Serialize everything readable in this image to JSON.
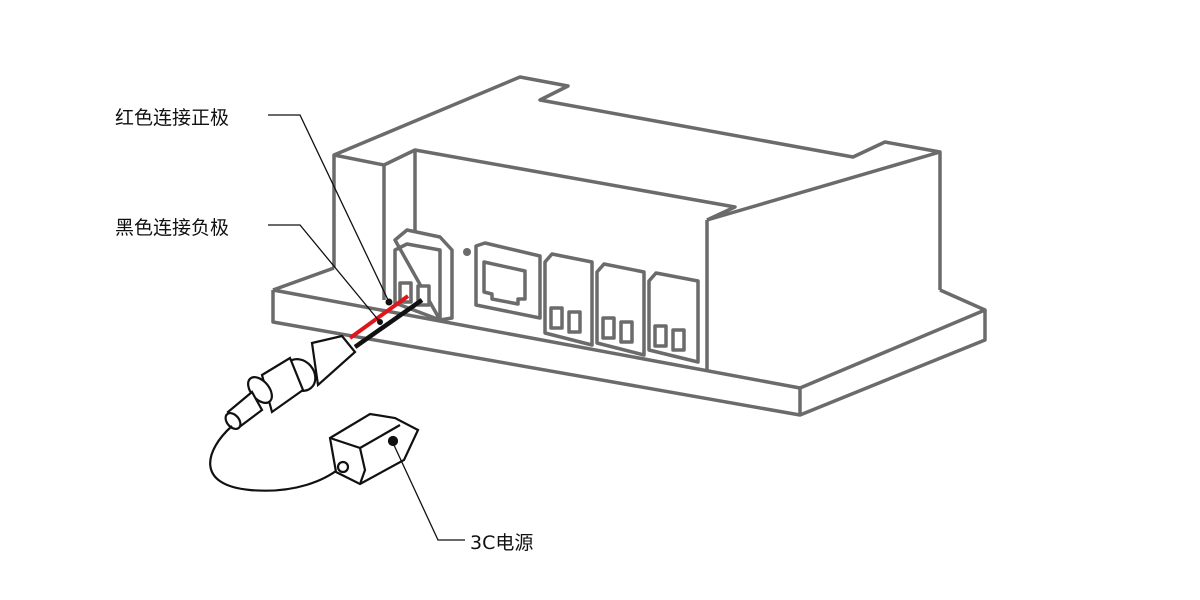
{
  "labels": {
    "red_positive": "红色连接正极",
    "black_negative": "黑色连接负极",
    "power_supply": "3C电源"
  },
  "colors": {
    "device_outline": "#6b6b6b",
    "red_wire": "#e0141b",
    "black_wire": "#111111"
  }
}
